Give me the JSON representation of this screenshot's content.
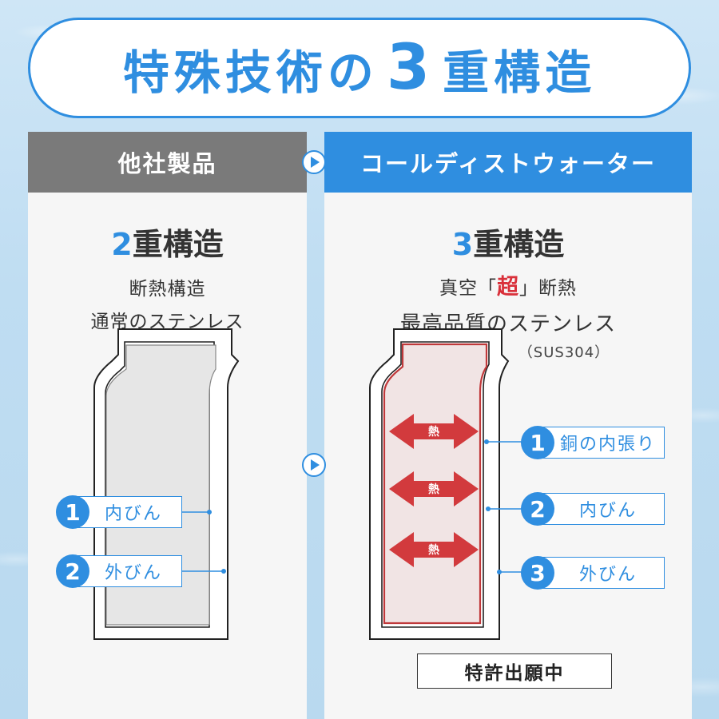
{
  "title": {
    "prefix": "特殊技術の",
    "number": "3",
    "suffix": "重構造"
  },
  "left": {
    "header": "他社製品",
    "struct_num": "2",
    "struct_text": "重構造",
    "desc_line1": "断熱構造",
    "desc_line2": "通常のステンレス",
    "labels": [
      {
        "num": "1",
        "text": "内びん"
      },
      {
        "num": "2",
        "text": "外びん"
      }
    ]
  },
  "right": {
    "header": "コールディストウォーター",
    "struct_num": "3",
    "struct_text": "重構造",
    "desc_line1_a": "真空「",
    "desc_line1_b": "超",
    "desc_line1_c": "」断熱",
    "desc_line2": "最高品質のステンレス",
    "desc_line3": "（SUS304）",
    "heat_label": "熱",
    "labels": [
      {
        "num": "1",
        "text": "銅の内張り"
      },
      {
        "num": "2",
        "text": "内びん"
      },
      {
        "num": "3",
        "text": "外びん"
      }
    ],
    "patent": "特許出願中"
  },
  "colors": {
    "accent": "#2f8ee0",
    "gray_header": "#7a7a7a",
    "copper": "#c0393b",
    "heat_arrow": "#d23a3d"
  }
}
